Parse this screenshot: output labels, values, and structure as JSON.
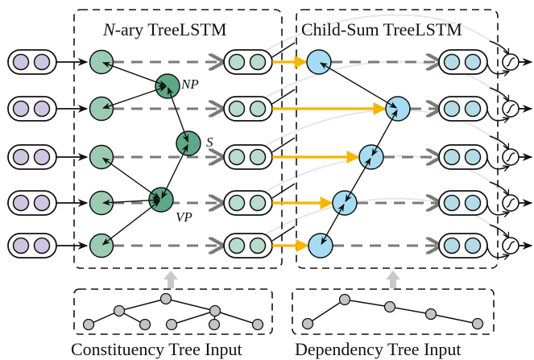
{
  "figure": {
    "left_panel": {
      "title_prefix": "N",
      "title_suffix": "-ary TreeLSTM",
      "phrase_labels": [
        "NP",
        "S",
        "VP"
      ]
    },
    "right_panel": {
      "title": "Child-Sum TreeLSTM"
    },
    "bottom": {
      "constituency_caption": "Constituency Tree Input",
      "dependency_caption": "Dependency Tree Input"
    },
    "rows": 5,
    "colors": {
      "input_cell": "#cfc5e0",
      "nary_leaf": "#9ccbb3",
      "nary_phrase": "#5ea886",
      "nary_output_cell": "#b9dccb",
      "childsum_node": "#a6dcf2",
      "childsum_output_cell": "#b5dbe6",
      "tree_node": "#c4c4c4",
      "yellow_arrow": "#f7b500",
      "dashed_flow": "#7a7a7a",
      "up_arrow": "#c8c8c8",
      "faint_arc": "#e6e6e6"
    },
    "icons": {
      "sigmoid": "sigmoid-gate-icon"
    }
  }
}
